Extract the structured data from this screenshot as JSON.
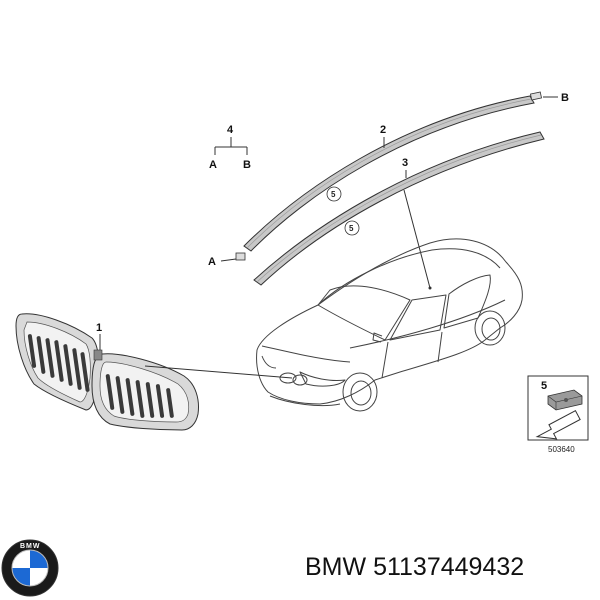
{
  "callouts": {
    "grille": "1",
    "trim_upper": "2",
    "trim_lower": "3",
    "clip_set": "4",
    "clip_a": "A",
    "clip_b": "B",
    "end_a": "A",
    "end_b": "B",
    "ref_upper": "5",
    "ref_lower": "5",
    "inset_ref": "5"
  },
  "inset": {
    "code": "503640"
  },
  "logo": {
    "ring_text": "BMW"
  },
  "caption": {
    "brand": "BMW",
    "part_number": "51137449432"
  },
  "colors": {
    "line": "#333333",
    "trim_fill": "#c8c8c8",
    "grille_fill": "#d9d9d9",
    "slat": "#3a3a3a"
  }
}
